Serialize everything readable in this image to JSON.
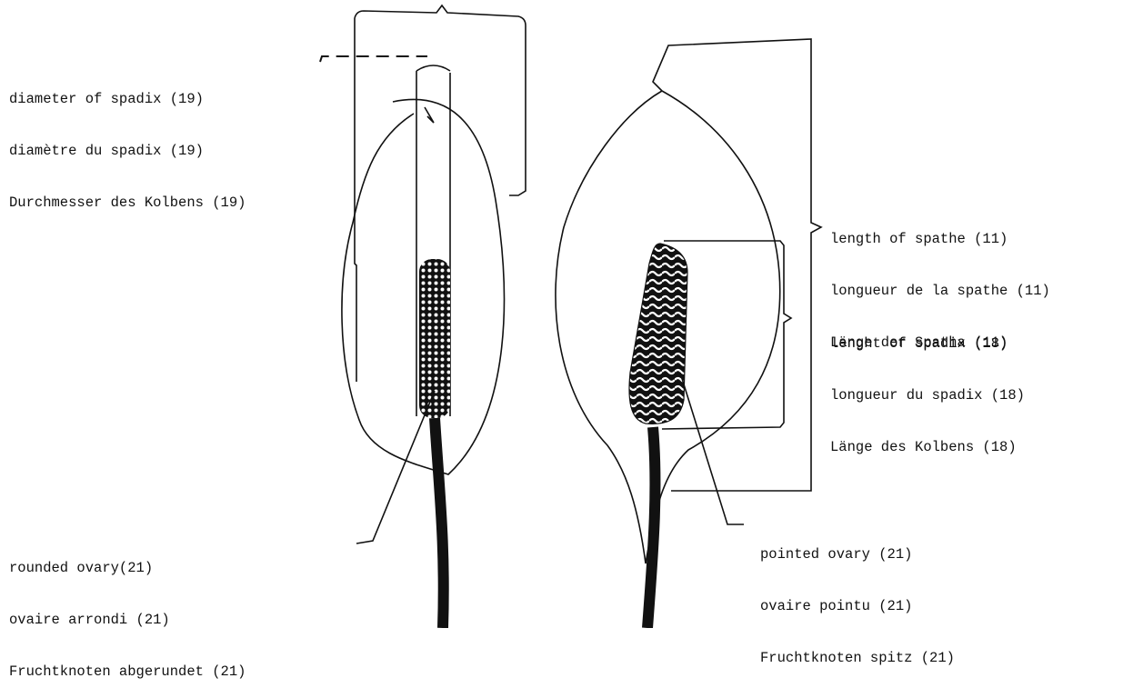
{
  "labels": {
    "spadix_diameter": [
      "diameter of spadix (19)",
      "diamètre du spadix (19)",
      "Durchmesser des Kolbens (19)"
    ],
    "spathe_length": [
      "length of spathe (11)",
      "longueur de la spathe (11)",
      "Länge der Spatha (11)"
    ],
    "spadix_length": [
      "lenght of spadix (18)",
      "longueur du spadix (18)",
      "Länge des Kolbens (18)"
    ],
    "rounded_ovary": [
      "rounded ovary(21)",
      "ovaire arrondi (21)",
      "Fruchtknoten abgerundet (21)"
    ],
    "pointed_ovary": [
      "pointed ovary (21)",
      "ovaire pointu (21)",
      "Fruchtknoten spitz (21)"
    ]
  },
  "colors": {
    "ink": "#111111",
    "paper": "#ffffff"
  }
}
